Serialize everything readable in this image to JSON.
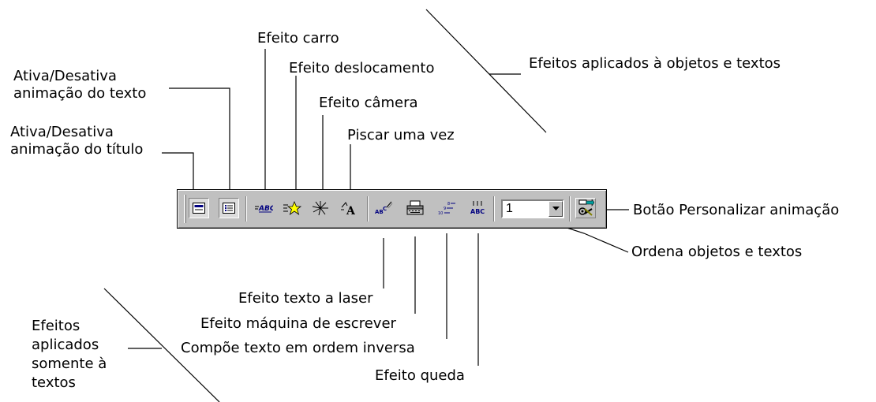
{
  "labels": {
    "efeito_carro": "Efeito carro",
    "ativa_texto": "Ativa/Desativa\nanimação do texto",
    "efeito_deslocamento": "Efeito deslocamento",
    "efeito_camera": "Efeito câmera",
    "ativa_titulo": "Ativa/Desativa\nanimação do título",
    "piscar": "Piscar uma vez",
    "efeitos_objetos": "Efeitos aplicados à objetos e textos",
    "botao_personalizar": "Botão Personalizar animação",
    "ordena": "Ordena objetos e textos",
    "laser": "Efeito texto a laser",
    "maquina": "Efeito máquina de escrever",
    "inversa": "Compõe texto em ordem inversa",
    "queda": "Efeito queda",
    "efeitos_textos": "Efeitos\naplicados\nsomente à\ntextos"
  },
  "toolbar": {
    "order_value": "1",
    "icons": [
      "title-animation-icon",
      "text-animation-icon",
      "drive-in-icon",
      "fly-star-icon",
      "camera-icon",
      "flash-once-icon",
      "laser-text-icon",
      "typewriter-icon",
      "reverse-order-icon",
      "drop-in-icon",
      "custom-animation-icon"
    ]
  }
}
